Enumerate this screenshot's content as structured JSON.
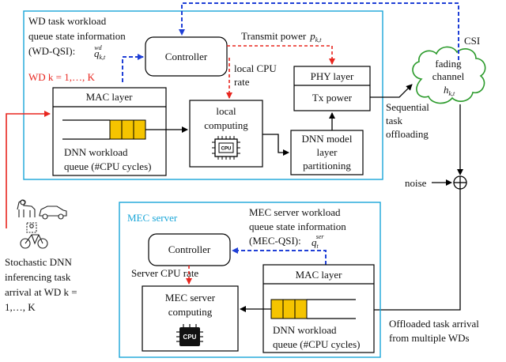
{
  "wd_box": {
    "qsi_line1": "WD task workload",
    "qsi_line2": "queue state information",
    "qsi_line3": "(WD-QSI):",
    "qsi_symbol": "q",
    "qsi_sub": "k,t",
    "qsi_sup": "wd",
    "wd_index": "WD k = 1,…, K",
    "controller": "Controller",
    "mac_layer": "MAC layer",
    "queue_line1": "DNN workload",
    "queue_line2": "queue (#CPU cycles)",
    "transmit_power": "Transmit power",
    "power_symbol": "p",
    "power_sub": "k,t",
    "local_cpu_line1": "local CPU",
    "local_cpu_line2": "rate",
    "local_line1": "local",
    "local_line2": "computing",
    "phy_layer": "PHY layer",
    "tx_power": "Tx power",
    "dnn_line1": "DNN model",
    "dnn_line2": "layer",
    "dnn_line3": "partitioning",
    "chip_label": "CPU"
  },
  "channel": {
    "csi": "CSI",
    "fading_line1": "fading",
    "fading_line2": "channel",
    "h_symbol": "h",
    "h_sub": "k,t",
    "seq_line1": "Sequential",
    "seq_line2": "task",
    "seq_line3": "offloading",
    "noise": "noise"
  },
  "arrival": {
    "line1": "Stochastic DNN",
    "line2": "inferencing task",
    "line3": "arrival at WD k =",
    "line4": "1,…, K"
  },
  "mec_box": {
    "title": "MEC server",
    "qsi_line1": "MEC server workload",
    "qsi_line2": "queue state information",
    "qsi_line3": "(MEC-QSI):",
    "qsi_symbol": "q",
    "qsi_sub": "t",
    "qsi_sup": "ser",
    "controller": "Controller",
    "server_cpu_rate": "Server CPU rate",
    "mec_line1": "MEC server",
    "mec_line2": "computing",
    "mac_layer": "MAC layer",
    "queue_line1": "DNN workload",
    "queue_line2": "queue (#CPU cycles)",
    "offload_line1": "Offloaded task arrival",
    "offload_line2": "from multiple WDs",
    "chip_label": "CPU"
  },
  "colors": {
    "box_border": "#1aa6d8",
    "control_arrow": "#1f3fd6",
    "power_arrow": "#e8261f",
    "arrival_arrow": "#e8261f",
    "queue_fill": "#f5c400",
    "data_arrow": "#000000"
  }
}
